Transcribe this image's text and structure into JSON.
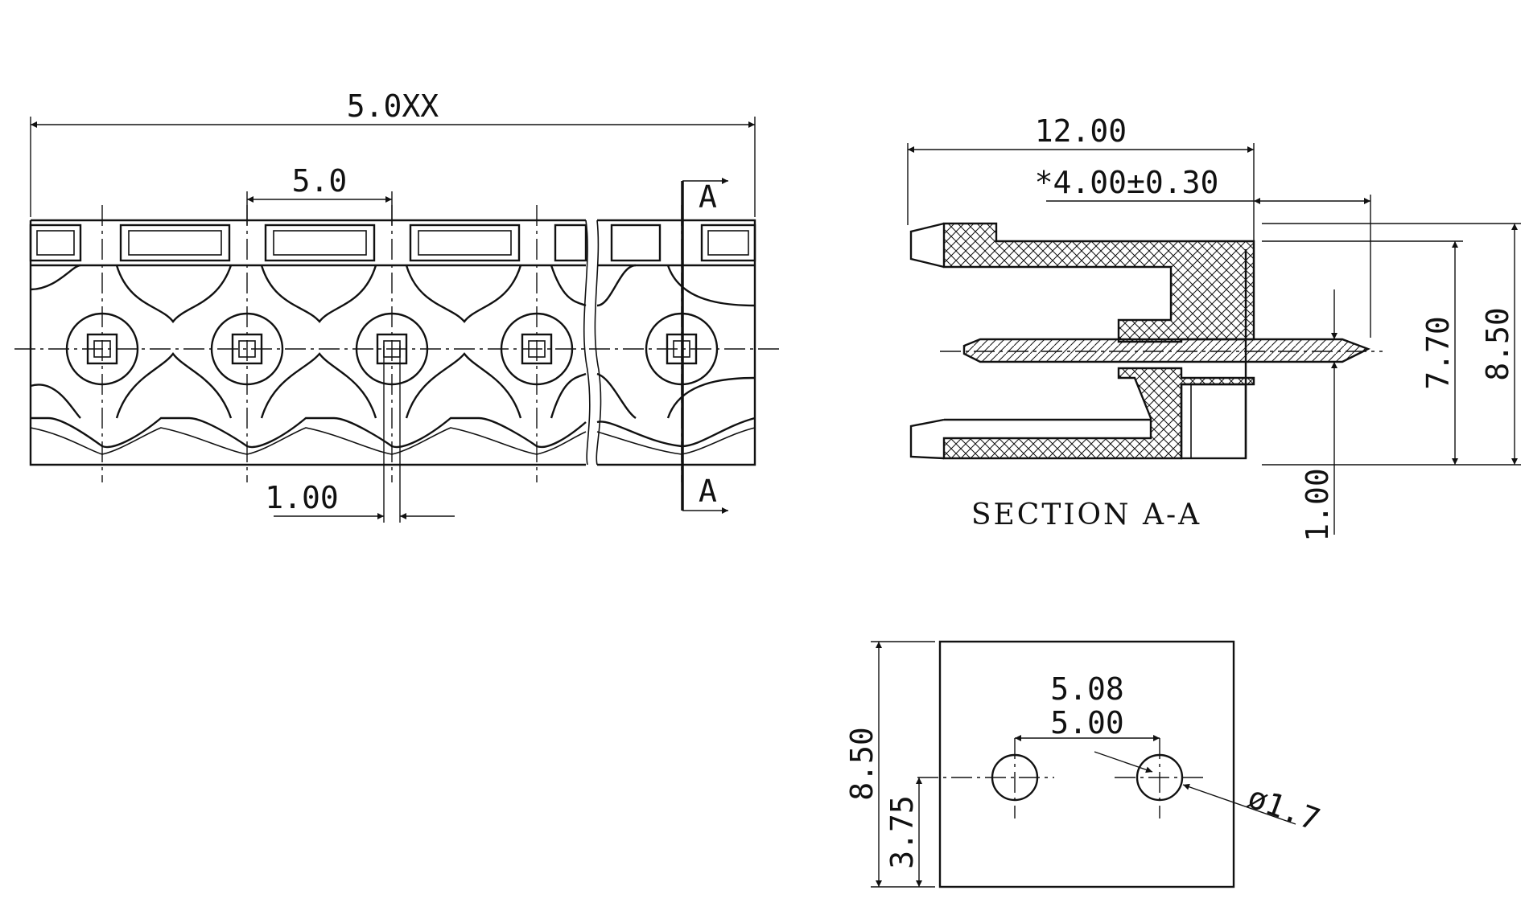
{
  "front_view": {
    "overall_length": "5.0XX",
    "pitch": "5.0",
    "pin_width": "1.00",
    "section_mark": "A"
  },
  "section_view": {
    "title": "SECTION A-A",
    "depth": "12.00",
    "pin_length": "*4.00±0.30",
    "height_inner": "7.70",
    "height_outer": "8.50",
    "pin_thickness": "1.00"
  },
  "pcb_layout": {
    "pitch_a": "5.08",
    "pitch_b": "5.00",
    "hole_dia": "ø1.7",
    "height": "8.50",
    "hole_offset": "3.75"
  }
}
